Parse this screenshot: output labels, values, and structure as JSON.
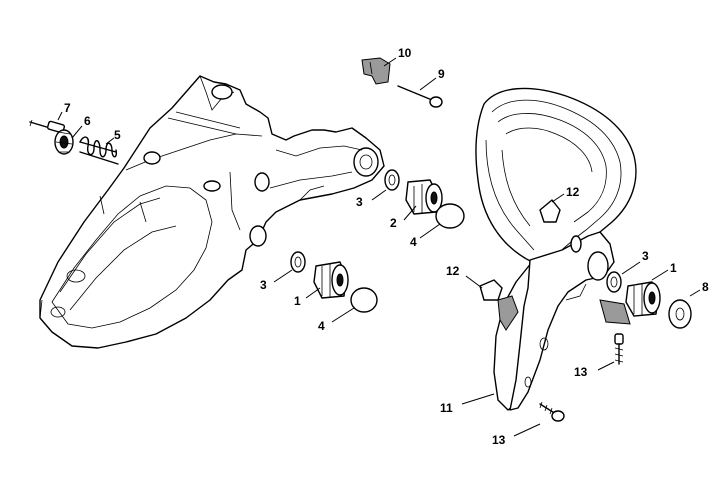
{
  "callouts": [
    {
      "id": "c7a",
      "text": "7"
    },
    {
      "id": "c6a",
      "text": "6"
    },
    {
      "id": "c5a",
      "text": "5"
    },
    {
      "id": "c10a",
      "text": "10"
    },
    {
      "id": "c9a",
      "text": "9"
    },
    {
      "id": "c3a",
      "text": "3"
    },
    {
      "id": "c2a",
      "text": "2"
    },
    {
      "id": "c4a",
      "text": "4"
    },
    {
      "id": "c12a",
      "text": "12"
    },
    {
      "id": "c3b",
      "text": "3"
    },
    {
      "id": "c1a",
      "text": "1"
    },
    {
      "id": "c4b",
      "text": "4"
    },
    {
      "id": "c12b",
      "text": "12"
    },
    {
      "id": "c3c",
      "text": "3"
    },
    {
      "id": "c1b",
      "text": "1"
    },
    {
      "id": "c8a",
      "text": "8"
    },
    {
      "id": "c13a",
      "text": "13"
    },
    {
      "id": "c11a",
      "text": "11"
    },
    {
      "id": "c13b",
      "text": "13"
    }
  ]
}
